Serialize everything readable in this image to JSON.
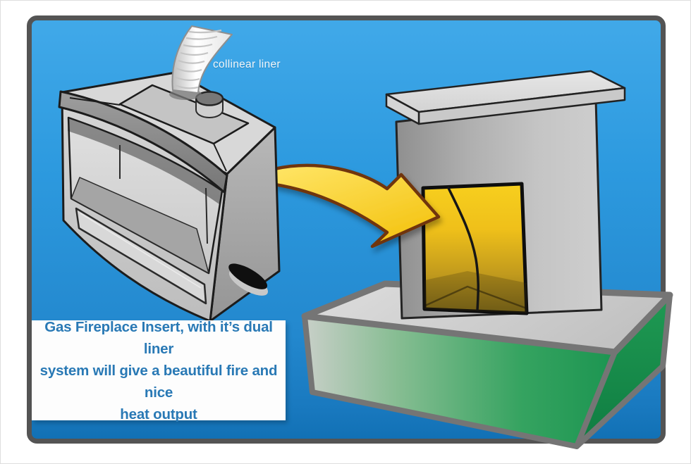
{
  "panel": {
    "page_background": "#FFFFFF",
    "background_top": "#41A9E9",
    "background_bottom": "#1170B4",
    "border_color": "#545454"
  },
  "labels": {
    "liner": "collinear liner"
  },
  "caption": {
    "lines": [
      "Gas Fireplace Insert, with it’s dual liner",
      "system will give a beautiful fire and nice",
      "heat output"
    ],
    "text_color": "#2979B5",
    "box_background": "#FDFDFD"
  },
  "icons": {
    "flow_arrow": "curved-arrow-right-down",
    "liner_tube": "corrugated-flex-liner"
  },
  "illustration": {
    "items": [
      "gas-fireplace-insert",
      "collinear-flex-liner",
      "curved-flow-arrow",
      "masonry-fireplace-with-firebox",
      "green-hearth-base"
    ],
    "arrow_fill": "#F9CE14",
    "arrow_outline": "#6F3410",
    "firebox_glow_top": "#F7CF1E",
    "firebox_glow_bottom": "#806A1A",
    "hearth_green": "#1F9A53"
  }
}
